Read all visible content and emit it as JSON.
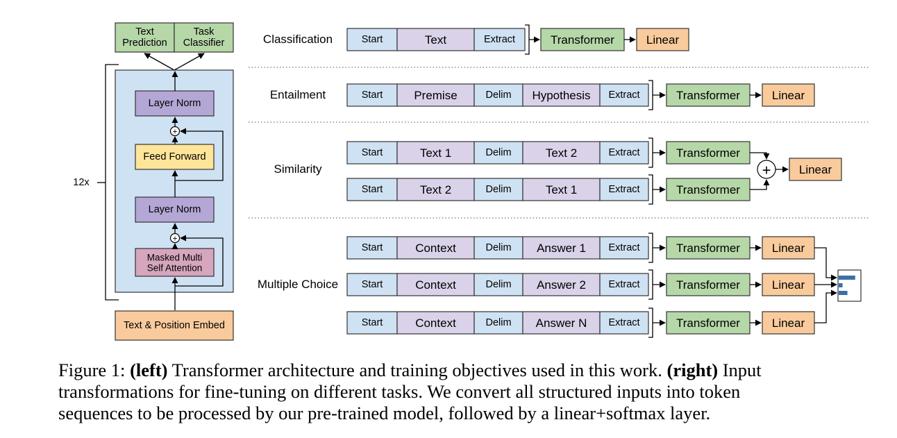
{
  "colors": {
    "start": "#cfe2f3",
    "text": "#d9d2e9",
    "transformer": "#b6d7a8",
    "linear": "#f9cb9c",
    "feedforward": "#ffe599",
    "layernorm": "#b4a7d6",
    "attention": "#d5a6bd",
    "block_bg": "#cfe2f3",
    "softmax_bar": "#3d6fa6",
    "border": "#333333"
  },
  "left": {
    "heads": [
      "Text\nPrediction",
      "Task\nClassifier"
    ],
    "repeat_label": "12x",
    "layer_norm_top": "Layer Norm",
    "feed_forward": "Feed Forward",
    "layer_norm_bottom": "Layer Norm",
    "attention": "Masked Multi\nSelf Attention",
    "embed": "Text & Position Embed",
    "plus": "+"
  },
  "tasks": {
    "classification": {
      "label": "Classification",
      "tokens": [
        "Start",
        "Text",
        "Extract"
      ],
      "transformer": "Transformer",
      "linear": "Linear"
    },
    "entailment": {
      "label": "Entailment",
      "tokens": [
        "Start",
        "Premise",
        "Delim",
        "Hypothesis",
        "Extract"
      ],
      "transformer": "Transformer",
      "linear": "Linear"
    },
    "similarity": {
      "label": "Similarity",
      "rows": [
        {
          "tokens": [
            "Start",
            "Text 1",
            "Delim",
            "Text 2",
            "Extract"
          ],
          "transformer": "Transformer"
        },
        {
          "tokens": [
            "Start",
            "Text 2",
            "Delim",
            "Text 1",
            "Extract"
          ],
          "transformer": "Transformer"
        }
      ],
      "plus": "+",
      "linear": "Linear"
    },
    "multiple_choice": {
      "label": "Multiple Choice",
      "rows": [
        {
          "tokens": [
            "Start",
            "Context",
            "Delim",
            "Answer 1",
            "Extract"
          ],
          "transformer": "Transformer",
          "linear": "Linear"
        },
        {
          "tokens": [
            "Start",
            "Context",
            "Delim",
            "Answer 2",
            "Extract"
          ],
          "transformer": "Transformer",
          "linear": "Linear"
        },
        {
          "tokens": [
            "Start",
            "Context",
            "Delim",
            "Answer N",
            "Extract"
          ],
          "transformer": "Transformer",
          "linear": "Linear"
        }
      ],
      "softmax_bars": [
        0.85,
        0.2,
        0.45
      ]
    }
  },
  "caption": {
    "prefix": "Figure 1: ",
    "left_bold": "(left)",
    "left_text": " Transformer architecture and training objectives used in this work. ",
    "right_bold": "(right)",
    "right_text_1": " Input",
    "line2": "transformations for fine-tuning on different tasks.  We convert all structured inputs into token",
    "line3": "sequences to be processed by our pre-trained model, followed by a linear+softmax layer."
  }
}
